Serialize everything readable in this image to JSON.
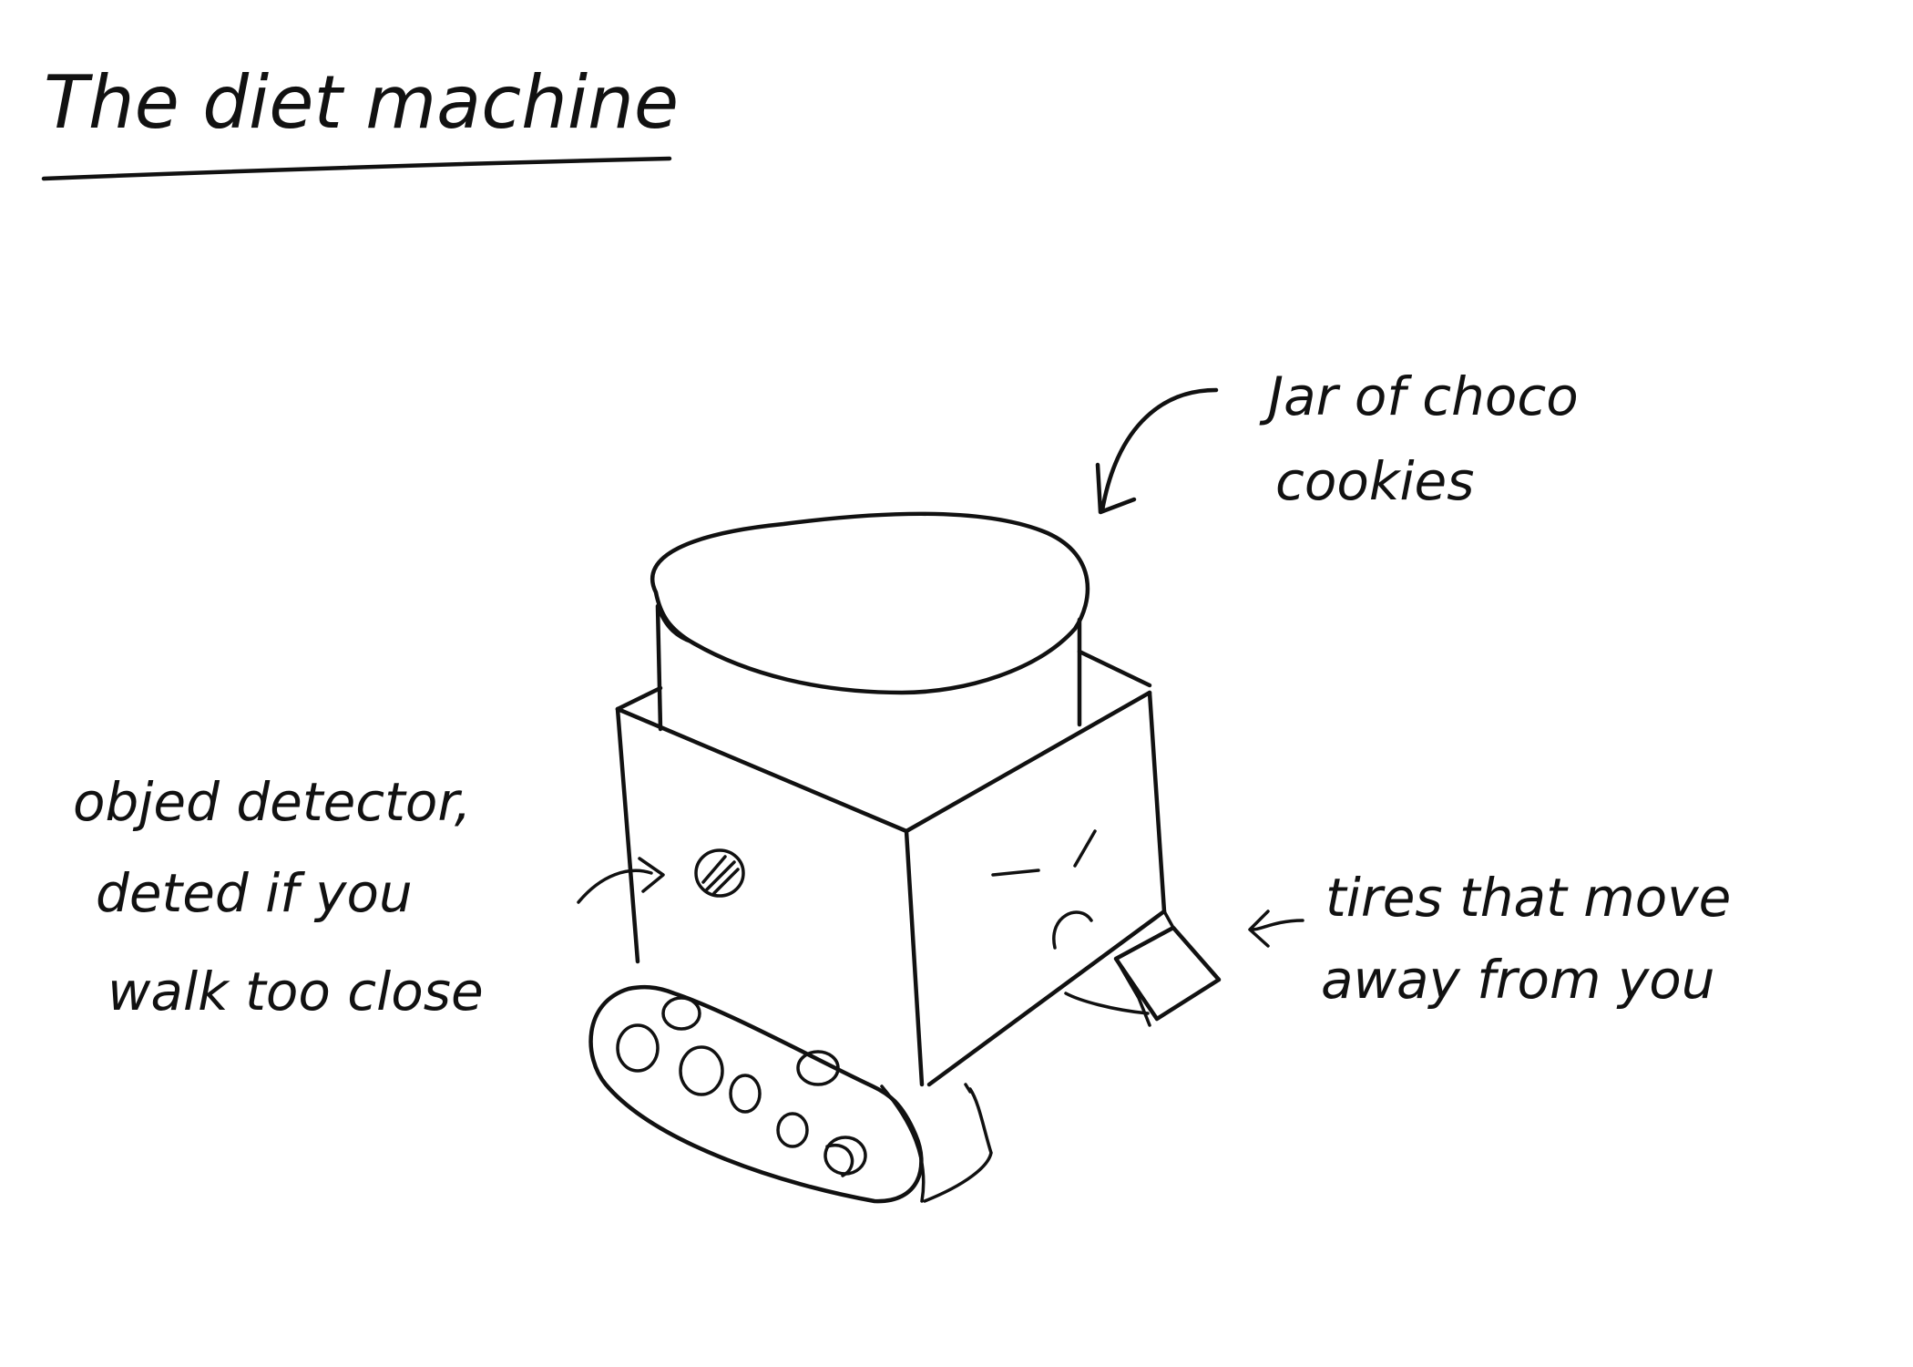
{
  "title": "The diet machine",
  "annotations": {
    "jar_line1": "Jar of choco",
    "jar_line2": "cookies",
    "detector_line1": "objed detector,",
    "detector_line2": "deted if you",
    "detector_line3": "walk too close",
    "tires_line1": "tires that move",
    "tires_line2": "away from you"
  },
  "colors": {
    "ink": "#111111",
    "background": "#ffffff"
  }
}
